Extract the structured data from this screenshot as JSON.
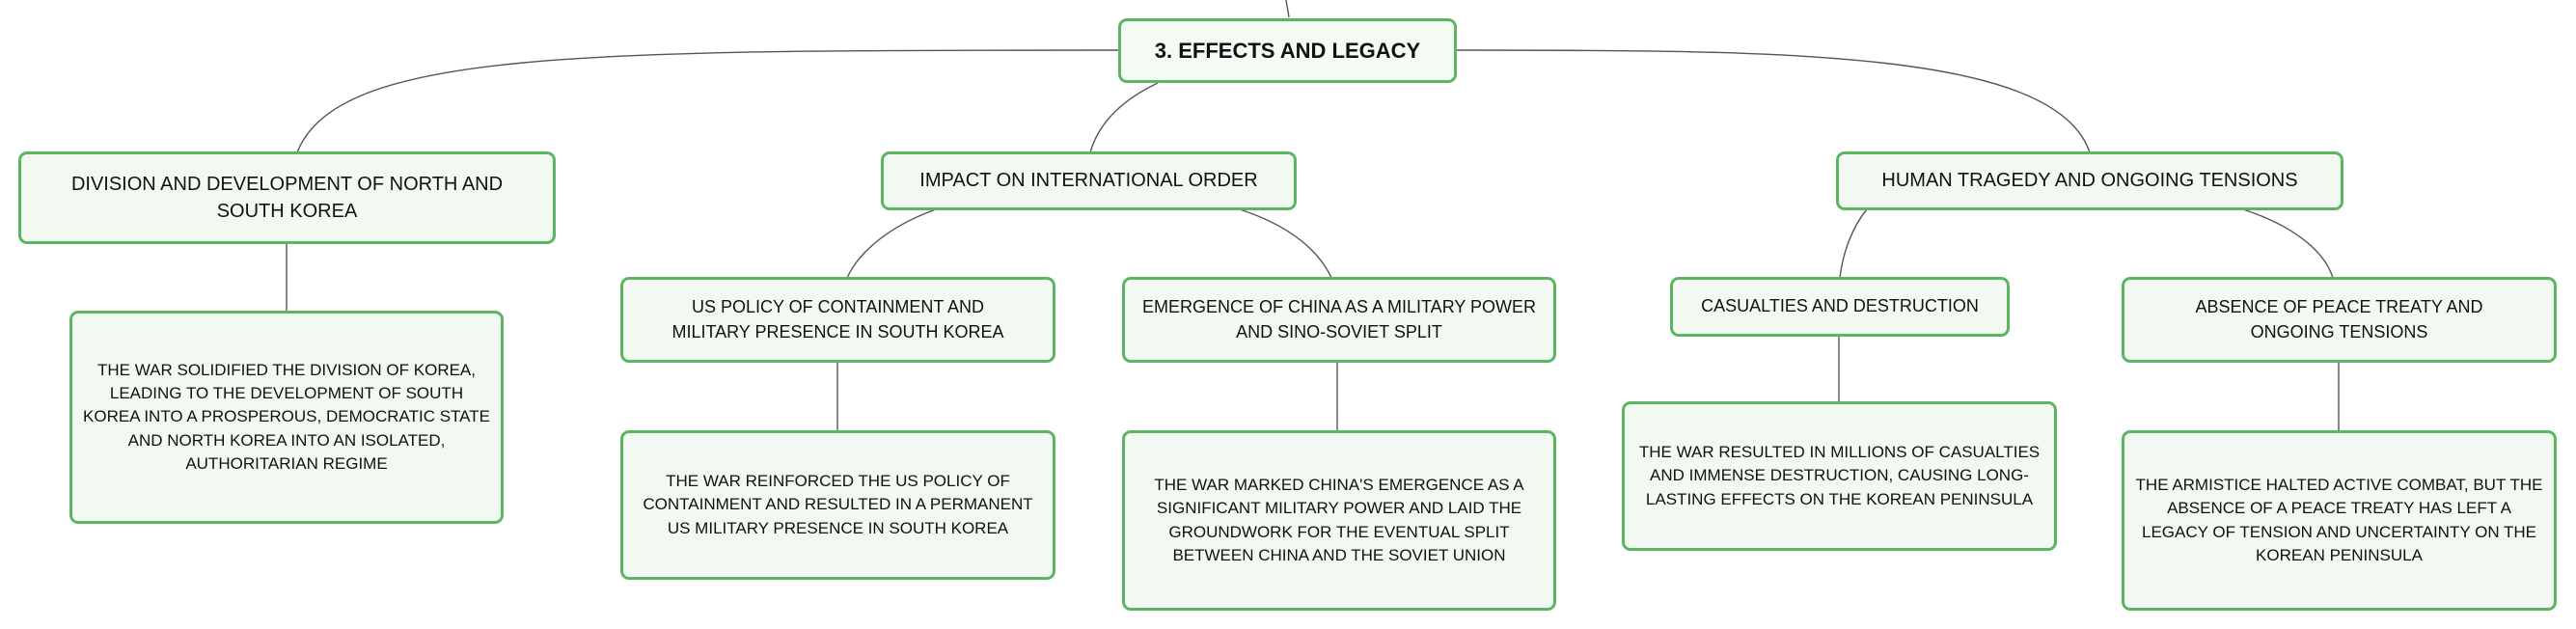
{
  "root": {
    "label": "3. EFFECTS AND LEGACY"
  },
  "branches": [
    {
      "label": "DIVISION AND DEVELOPMENT OF NORTH AND SOUTH KOREA",
      "children": [
        {
          "label": "THE WAR SOLIDIFIED THE DIVISION OF KOREA, LEADING TO THE DEVELOPMENT OF SOUTH KOREA INTO A PROSPEROUS, DEMOCRATIC STATE AND NORTH KOREA INTO AN ISOLATED, AUTHORITARIAN REGIME"
        }
      ]
    },
    {
      "label": "IMPACT ON INTERNATIONAL ORDER",
      "children": [
        {
          "label": "US POLICY OF CONTAINMENT AND MILITARY PRESENCE IN SOUTH KOREA",
          "detail": "THE WAR REINFORCED THE US POLICY OF CONTAINMENT AND RESULTED IN A PERMANENT US MILITARY PRESENCE IN SOUTH KOREA"
        },
        {
          "label": "EMERGENCE OF CHINA AS A MILITARY POWER AND SINO-SOVIET SPLIT",
          "detail": "THE WAR MARKED CHINA'S EMERGENCE AS A SIGNIFICANT MILITARY POWER AND LAID THE GROUNDWORK FOR THE EVENTUAL SPLIT BETWEEN CHINA AND THE SOVIET UNION"
        }
      ]
    },
    {
      "label": "HUMAN TRAGEDY AND ONGOING TENSIONS",
      "children": [
        {
          "label": "CASUALTIES AND DESTRUCTION",
          "detail": "THE WAR RESULTED IN MILLIONS OF CASUALTIES AND IMMENSE DESTRUCTION, CAUSING LONG-LASTING EFFECTS ON THE KOREAN PENINSULA"
        },
        {
          "label": "ABSENCE OF PEACE TREATY AND ONGOING TENSIONS",
          "detail": "THE ARMISTICE HALTED ACTIVE COMBAT, BUT THE ABSENCE OF A PEACE TREATY HAS LEFT A LEGACY OF TENSION AND UNCERTAINTY ON THE KOREAN PENINSULA"
        }
      ]
    }
  ],
  "colors": {
    "border": "#5cb661",
    "fill": "#f2f9f3",
    "line": "#555555"
  }
}
